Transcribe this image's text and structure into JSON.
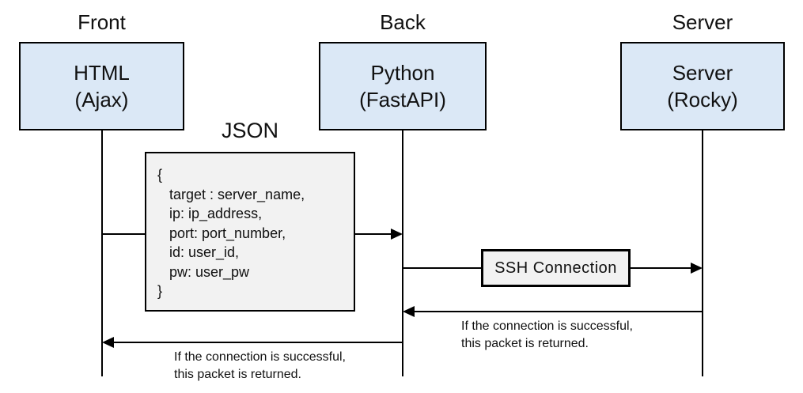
{
  "colors": {
    "actor_fill": "#dbe8f6",
    "note_fill": "#f2f2f2",
    "line_color": "#000000",
    "background": "#ffffff"
  },
  "actors": [
    {
      "title": "Front",
      "name_line1": "HTML",
      "name_line2": "(Ajax)"
    },
    {
      "title": "Back",
      "name_line1": "Python",
      "name_line2": "(FastAPI)"
    },
    {
      "title": "Server",
      "name_line1": "Server",
      "name_line2": "(Rocky)"
    }
  ],
  "json_packet": {
    "label": "JSON",
    "lines": [
      "{",
      "target : server_name,",
      "ip: ip_address,",
      "port: port_number,",
      "id: user_id,",
      "pw: user_pw",
      "}"
    ]
  },
  "messages": {
    "ssh_label": "SSH Connection",
    "server_return_note": {
      "line1": "If the connection is successful,",
      "line2": "this packet is returned."
    },
    "back_return_note": {
      "line1": "If the connection is successful,",
      "line2": "this packet is returned."
    }
  }
}
